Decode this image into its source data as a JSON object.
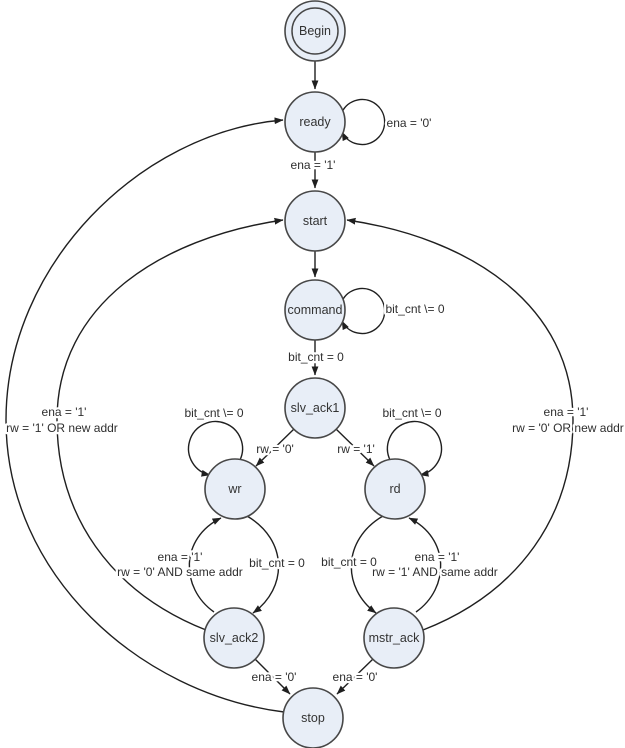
{
  "diagram": {
    "type": "finite-state-machine",
    "background": "#ffffff",
    "colors": {
      "state_fill": "#e8eef7",
      "state_stroke": "#474747",
      "edge": "#1f1f1f",
      "label_text": "#333333"
    },
    "states": {
      "begin": {
        "label": "Begin",
        "shape": "double-circle-initial"
      },
      "ready": {
        "label": "ready"
      },
      "start": {
        "label": "start"
      },
      "command": {
        "label": "command"
      },
      "slv_ack1": {
        "label": "slv_ack1"
      },
      "wr": {
        "label": "wr"
      },
      "rd": {
        "label": "rd"
      },
      "slv_ack2": {
        "label": "slv_ack2"
      },
      "mstr_ack": {
        "label": "mstr_ack"
      },
      "stop": {
        "label": "stop"
      }
    },
    "transitions": {
      "begin_to_ready": {
        "from": "begin",
        "to": "ready",
        "label": ""
      },
      "ready_self": {
        "from": "ready",
        "to": "ready",
        "label": "ena = '0'"
      },
      "ready_to_start": {
        "from": "ready",
        "to": "start",
        "label": "ena = '1'"
      },
      "start_to_command": {
        "from": "start",
        "to": "command",
        "label": ""
      },
      "command_self": {
        "from": "command",
        "to": "command",
        "label": "bit_cnt \\= 0"
      },
      "command_to_slv_ack1": {
        "from": "command",
        "to": "slv_ack1",
        "label": "bit_cnt = 0"
      },
      "slv_ack1_to_wr": {
        "from": "slv_ack1",
        "to": "wr",
        "label": "rw = '0'"
      },
      "slv_ack1_to_rd": {
        "from": "slv_ack1",
        "to": "rd",
        "label": "rw = '1'"
      },
      "wr_self": {
        "from": "wr",
        "to": "wr",
        "label": "bit_cnt \\= 0"
      },
      "rd_self": {
        "from": "rd",
        "to": "rd",
        "label": "bit_cnt \\= 0"
      },
      "wr_to_slv_ack2": {
        "from": "wr",
        "to": "slv_ack2",
        "label": "bit_cnt = 0"
      },
      "slv_ack2_to_wr": {
        "from": "slv_ack2",
        "to": "wr",
        "line1": "ena = '1'",
        "line2": "rw = '0' AND same addr"
      },
      "rd_to_mstr_ack": {
        "from": "rd",
        "to": "mstr_ack",
        "label": "bit_cnt = 0"
      },
      "mstr_ack_to_rd": {
        "from": "mstr_ack",
        "to": "rd",
        "line1": "ena = '1'",
        "line2": "rw = '1' AND same addr"
      },
      "slv_ack2_to_stop": {
        "from": "slv_ack2",
        "to": "stop",
        "label": "ena = '0'"
      },
      "mstr_ack_to_stop": {
        "from": "mstr_ack",
        "to": "stop",
        "label": "ena = '0'"
      },
      "slv_ack2_to_start": {
        "from": "slv_ack2",
        "to": "start",
        "line1": "ena = '1'",
        "line2": "rw = '1' OR new addr"
      },
      "mstr_ack_to_start": {
        "from": "mstr_ack",
        "to": "start",
        "line1": "ena = '1'",
        "line2": "rw = '0' OR new addr"
      },
      "stop_to_ready": {
        "from": "stop",
        "to": "ready",
        "label": ""
      }
    }
  }
}
